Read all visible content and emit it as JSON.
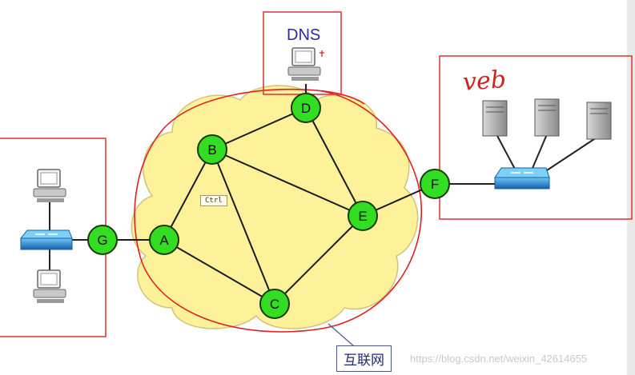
{
  "labels": {
    "dns": "DNS",
    "web": "veb",
    "ctrl_tip": "Ctrl",
    "internet": "互联网",
    "watermark": "https://blog.csdn.net/weixin_42614655"
  },
  "nodes": [
    {
      "id": "A",
      "label": "A"
    },
    {
      "id": "B",
      "label": "B"
    },
    {
      "id": "C",
      "label": "C"
    },
    {
      "id": "D",
      "label": "D"
    },
    {
      "id": "E",
      "label": "E"
    },
    {
      "id": "F",
      "label": "F"
    },
    {
      "id": "G",
      "label": "G"
    }
  ],
  "links": [
    [
      "A",
      "B"
    ],
    [
      "A",
      "C"
    ],
    [
      "B",
      "D"
    ],
    [
      "B",
      "C"
    ],
    [
      "B",
      "E"
    ],
    [
      "D",
      "E"
    ],
    [
      "C",
      "E"
    ],
    [
      "E",
      "F"
    ],
    [
      "G",
      "A"
    ]
  ],
  "colors": {
    "node_fill": "#33dd22",
    "cloud_fill": "#fdf29a",
    "frame_red": "#e03030",
    "switch_blue": "#1e88d8"
  }
}
